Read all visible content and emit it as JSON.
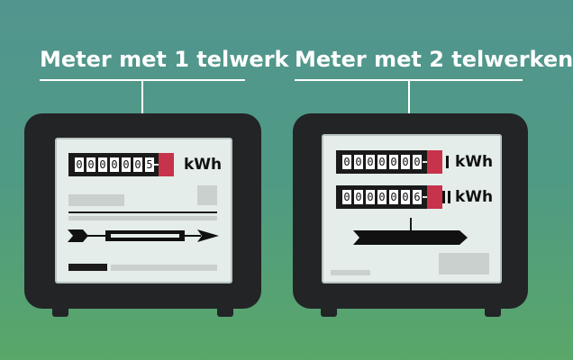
{
  "left_meter": {
    "title": "Meter met 1 telwerk",
    "counter_digits": [
      "0",
      "0",
      "0",
      "0",
      "0",
      "0",
      "5"
    ],
    "unit": "kWh"
  },
  "right_meter": {
    "title": "Meter met 2 telwerken",
    "counters": [
      {
        "digits": [
          "0",
          "0",
          "0",
          "0",
          "0",
          "0",
          "0"
        ],
        "unit": "kWh",
        "roman": "I"
      },
      {
        "digits": [
          "0",
          "0",
          "0",
          "0",
          "0",
          "0",
          "6"
        ],
        "unit": "kWh",
        "roman": "II"
      }
    ]
  },
  "colors": {
    "background_top": "#52958f",
    "background_bottom": "#5aa769",
    "meter_body": "#222426",
    "face": "#e4ede9",
    "counter_red": "#c7334a"
  }
}
